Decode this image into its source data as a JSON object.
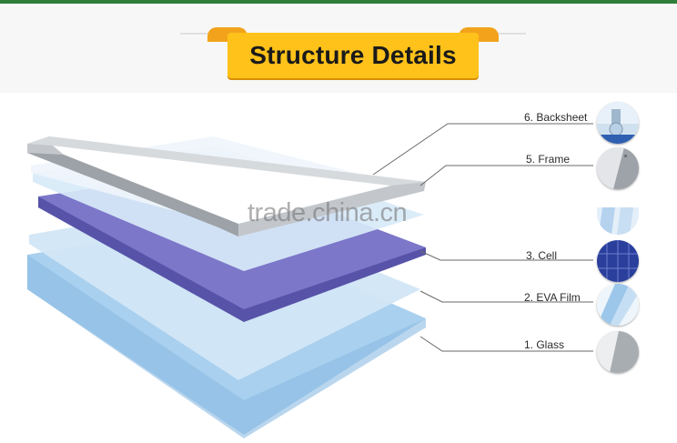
{
  "header": {
    "title": "Structure Details"
  },
  "layers": [
    {
      "key": "backsheet",
      "label": "6. Backsheet"
    },
    {
      "key": "frame",
      "label": "5. Frame"
    },
    {
      "key": "cell",
      "label": "3. Cell"
    },
    {
      "key": "eva",
      "label": "2. EVA Film"
    },
    {
      "key": "glass",
      "label": "1. Glass"
    }
  ],
  "watermark": "trade.china.cn",
  "colors": {
    "title_plate": "#ffc21a",
    "title_tabs": "#f2a31b",
    "frame": "#b8bcc2",
    "cell": "#6f6bc0",
    "eva": "#dcecf8",
    "glass": "#a9d0ee",
    "backsheet": "#e9f1f8"
  }
}
